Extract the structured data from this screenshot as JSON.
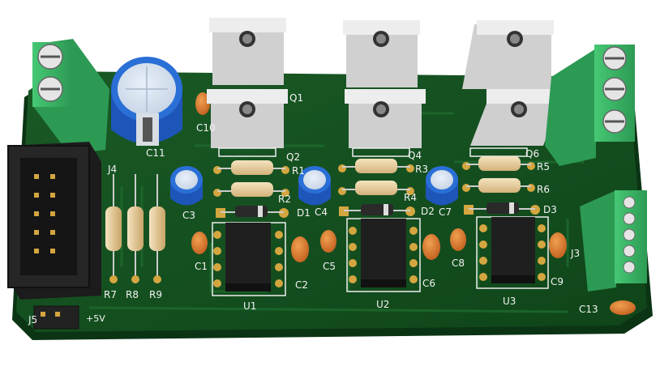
{
  "board": {
    "colors": {
      "pcb": "#14501f",
      "pcb_edge": "#0b3414",
      "silkscreen": "#f2f2f2",
      "pad": "#d4a640",
      "terminal_green": "#3fbf6a",
      "connector_black": "#1c1c1c",
      "cap_blue": "#2a6fd6",
      "cap_ceramic": "#d9782b",
      "resistor_body": "#e8cfa0",
      "mosfet_tab": "#c9c9c9"
    }
  },
  "labels": {
    "q1": "Q1",
    "q2": "Q2",
    "q4": "Q4",
    "q6": "Q6",
    "c10": "C10",
    "c11": "C11",
    "j4": "J4",
    "r1": "R1",
    "r2": "R2",
    "r3": "R3",
    "r4": "R4",
    "r5": "R5",
    "r6": "R6",
    "c3": "C3",
    "c4": "C4",
    "c7": "C7",
    "d1": "D1",
    "d2": "D2",
    "d3": "D3",
    "c1": "C1",
    "c2": "C2",
    "c5": "C5",
    "c6": "C6",
    "c8": "C8",
    "c9": "C9",
    "j3": "J3",
    "r7": "R7",
    "r8": "R8",
    "r9": "R9",
    "u1": "U1",
    "u2": "U2",
    "u3": "U3",
    "c13": "C13",
    "j5": "J5",
    "plus5v": "+5V"
  }
}
